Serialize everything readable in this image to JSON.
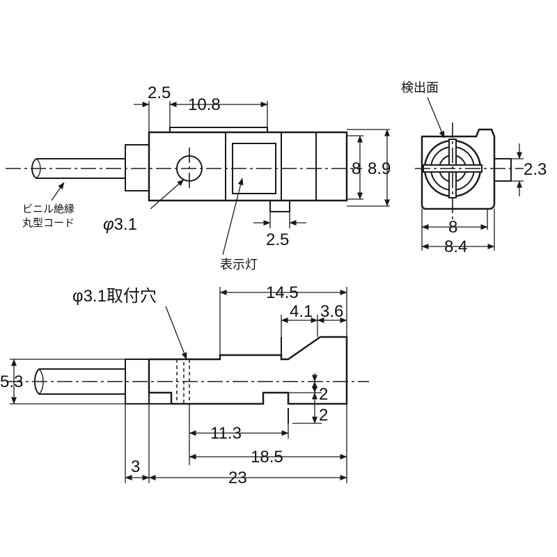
{
  "labels": {
    "sensing_face": "検出面",
    "cable_line1": "ビニル絶縁",
    "cable_line2": "丸型コード",
    "indicator": "表示灯",
    "mount_hole": "φ3.1取付穴",
    "hole_dia": "φ3.1"
  },
  "dimensions": {
    "top_2_5": "2.5",
    "top_10_8": "10.8",
    "height_8": "8",
    "height_8_9": "8.9",
    "tab_2_5": "2.5",
    "front_2_3": "2.3",
    "front_8": "8",
    "front_8_4": "8.4",
    "side_14_5": "14.5",
    "side_4_1": "4.1",
    "side_3_6": "3.6",
    "side_5_3": "5.3",
    "side_2a": "2",
    "side_2b": "2",
    "side_11_3": "11.3",
    "side_18_5": "18.5",
    "side_3": "3",
    "side_23": "23"
  },
  "colors": {
    "line": "#1a1a1a",
    "background": "#ffffff"
  }
}
